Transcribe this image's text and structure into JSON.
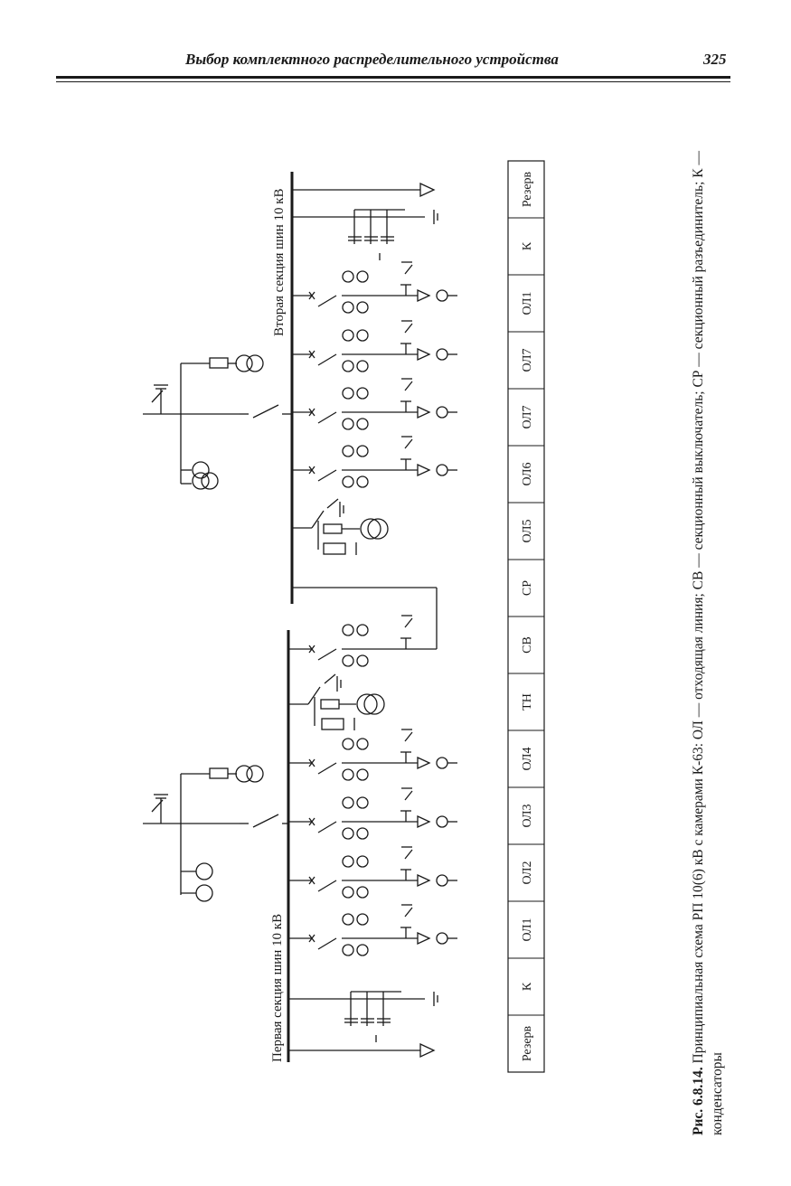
{
  "header": {
    "title": "Выбор комплектного распределительного устройства",
    "page_number": "325"
  },
  "diagram": {
    "bus_labels": {
      "first": "Первая секция шин 10 кВ",
      "second": "Вторая секция шин 10 кВ"
    },
    "cells": [
      "Резерв",
      "К",
      "ОЛ1",
      "ОЛ2",
      "ОЛ3",
      "ОЛ4",
      "ТН",
      "СВ",
      "СР",
      "ОЛ5",
      "ОЛ6",
      "ОЛ7",
      "ОЛ7",
      "ОЛ1",
      "К",
      "Резерв"
    ]
  },
  "caption": {
    "label": "Рис. 6.8.14.",
    "text": "Принципиальная схема РП 10(6) кВ с камерами К-63: ОЛ — отходящая линия; СВ — секционный выключатель; СР — секционный разъединитель; К — конденсаторы"
  }
}
